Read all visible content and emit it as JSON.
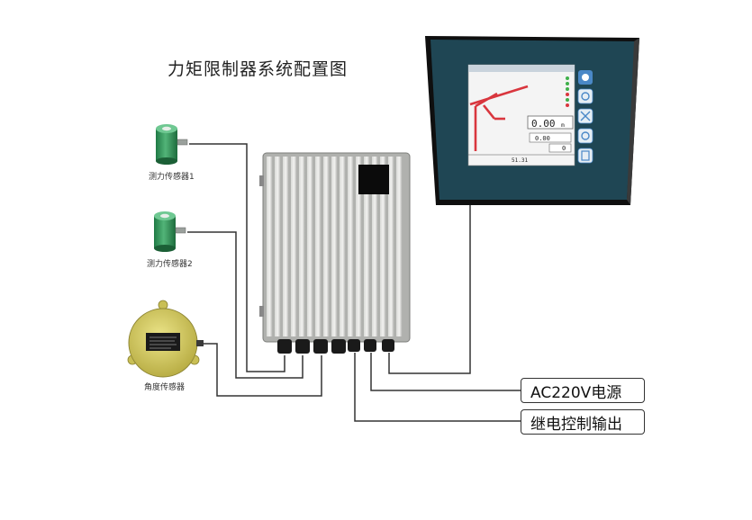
{
  "title": "力矩限制器系统配置图",
  "sensors": {
    "load_cell_1": "测力传感器1",
    "load_cell_2": "测力传感器2",
    "angle": "角度传感器"
  },
  "outputs": {
    "power": "AC220V电源",
    "relay": "继电控制输出"
  },
  "display": {
    "readout_main": "0.00",
    "readout_unit": "m",
    "readout_small_1": "0.00",
    "readout_small_2": "0",
    "readout_bottom": "51.31"
  },
  "colors": {
    "screen_bezel": "#1f4654",
    "sensor_green": "#3a9a5c",
    "angle_yellow": "#d8cf6a",
    "crane_red": "#d9363e",
    "controller_grey": "#b8b9b6"
  }
}
